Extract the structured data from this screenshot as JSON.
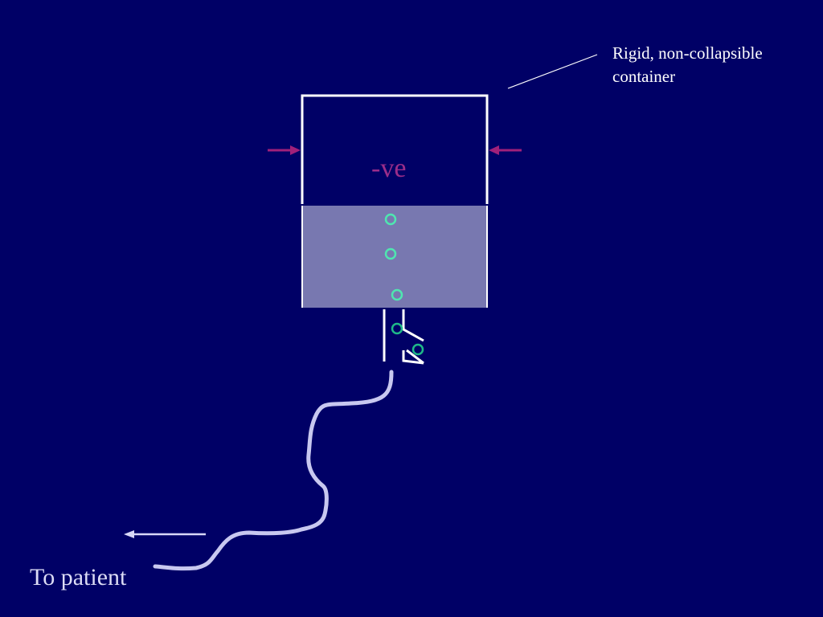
{
  "labels": {
    "container_line1": "Rigid, non-collapsible",
    "container_line2": "container",
    "pressure": "-ve",
    "destination": "To patient"
  },
  "colors": {
    "background": "#000066",
    "container_outline": "#ffffff",
    "fluid": "#7878b0",
    "pressure_arrows": "#a0207a",
    "pressure_text": "#9b2d8a",
    "bubbles_outline": "#4fe6b0",
    "tubing": "#c8c8f0",
    "flow_arrow": "#d8d8f8",
    "destination_text": "#dcdcf5"
  },
  "icons": {
    "pressure_arrows": "arrow-right-icon, arrow-left-icon",
    "flow_direction": "arrow-left-icon",
    "air_bubbles": "circle-outline-icon"
  }
}
